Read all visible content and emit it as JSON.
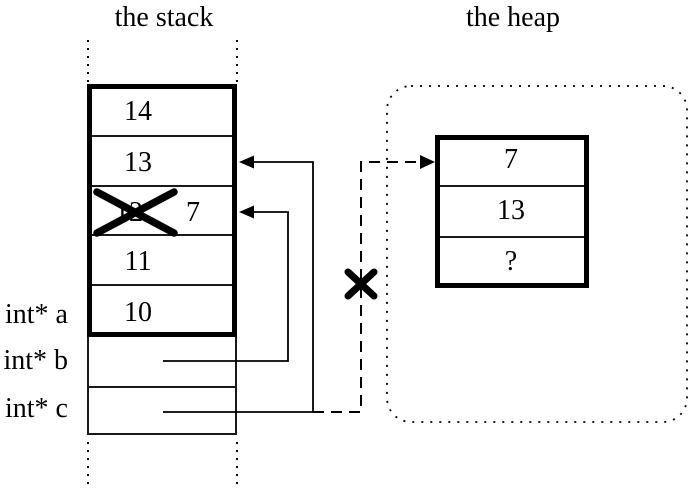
{
  "titles": {
    "stack": "the stack",
    "heap": "the heap"
  },
  "stack": {
    "cells": [
      {
        "value": "14"
      },
      {
        "value": "13"
      },
      {
        "old_value": "12",
        "new_value": "7",
        "crossed_out": true
      },
      {
        "value": "11"
      },
      {
        "value": "10"
      }
    ]
  },
  "frame_labels": [
    {
      "label": "int* a"
    },
    {
      "label": "int* b"
    },
    {
      "label": "int* c"
    }
  ],
  "heap": {
    "cells": [
      {
        "value": "7"
      },
      {
        "value": "13"
      },
      {
        "value": "?"
      }
    ]
  },
  "icons": {
    "arrowhead_left": "◀",
    "arrowhead_right": "▶",
    "cross_mark": "✕"
  },
  "colors": {
    "line": "#000000",
    "background": "#ffffff"
  }
}
